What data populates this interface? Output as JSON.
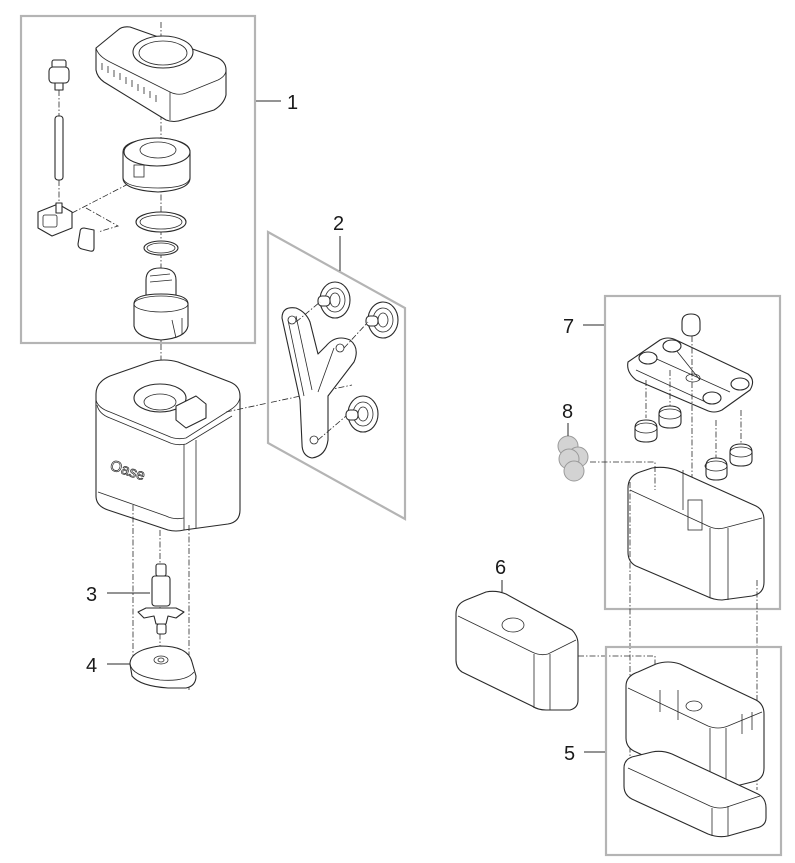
{
  "diagram": {
    "type": "exploded parts view",
    "brand_logo": "Oase",
    "colors": {
      "frame": "#b4b4b4",
      "line": "#2a2a2a",
      "filter_pads": "#d3d3d3"
    },
    "callouts": [
      {
        "number": "1",
        "part": "pump head assembly (cover, housing, o-rings, outlet, pipe)"
      },
      {
        "number": "2",
        "part": "holder bracket with suction cups"
      },
      {
        "number": "3",
        "part": "impeller"
      },
      {
        "number": "4",
        "part": "base plate"
      },
      {
        "number": "5",
        "part": "filter housing with bottom tray"
      },
      {
        "number": "6",
        "part": "filter sponge"
      },
      {
        "number": "7",
        "part": "filter cartridge with lid and feet"
      },
      {
        "number": "8",
        "part": "filter pads"
      }
    ]
  }
}
